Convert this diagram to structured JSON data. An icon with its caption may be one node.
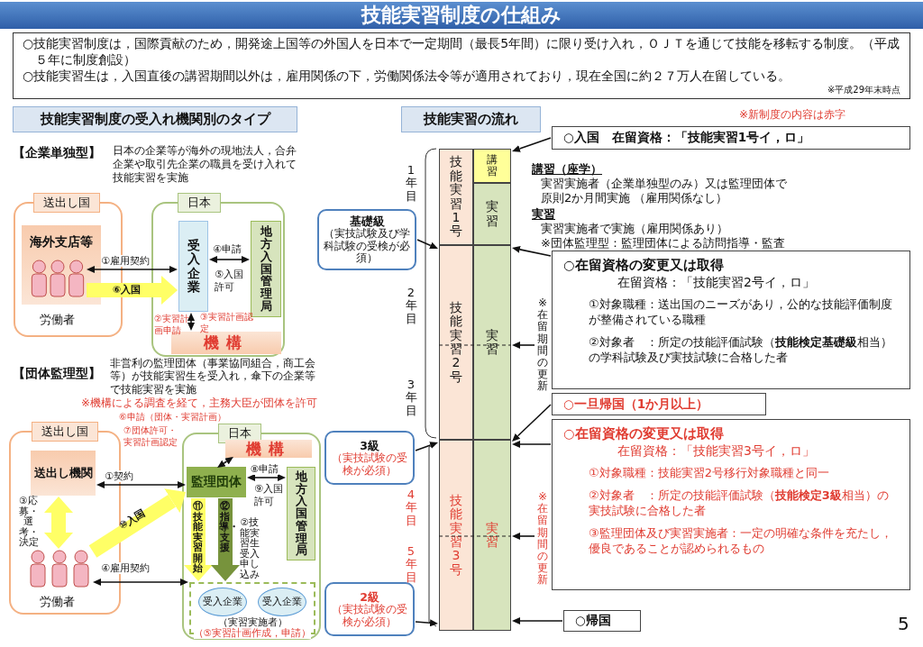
{
  "diagram": {
    "title": "技能実習制度の仕組み",
    "nodes": [
      {
        "text": [
          "○技能実習制度は，国際貢献のため，開発途上国等の外国人を日本で一定期間（最長5年間）に限り受け入れ，ＯＪＴを通じて技能を移転する制度。（平成５年に制度創設）",
          "○技能実習生は，入国直後の講習期間以外は，雇用関係の下，労働関係法令等が適用されており，現在全国に約２７万人在留している。",
          "※平成29年末時点"
        ]
      },
      {
        "text": [
          "技能実習制度の受入れ機関別のタイプ"
        ]
      },
      {
        "text": [
          "技能実習の流れ"
        ]
      },
      {
        "text": [
          "送出し国"
        ]
      },
      {
        "text": [
          "海外支店等"
        ],
        "in": 3
      },
      {
        "text": [],
        "shape": "person",
        "in": 4,
        "beside": [
          "労働者"
        ]
      },
      {
        "text": [
          "日本"
        ]
      },
      {
        "text": [
          "受入企業"
        ],
        "in": 6
      },
      {
        "text": [
          "地方入国管理局"
        ],
        "in": 6
      },
      {
        "text": [
          "機構"
        ],
        "in": 6
      },
      {
        "text": [
          "送出し国"
        ]
      },
      {
        "text": [
          "送出し機関"
        ],
        "in": 10
      },
      {
        "text": [],
        "shape": "person",
        "in": 10,
        "beside": [
          "労働者"
        ]
      },
      {
        "text": [
          "日本"
        ]
      },
      {
        "text": [
          "機構"
        ],
        "in": 13
      },
      {
        "text": [
          "監理団体"
        ],
        "in": 13
      },
      {
        "text": [
          "地方入国管理局"
        ],
        "in": 13
      },
      {
        "text": [
          "（実習実施者）",
          "（⑤実習計画作成，申請）"
        ],
        "in": 13
      },
      {
        "text": [
          "受入企業"
        ],
        "in": 17
      },
      {
        "text": [
          "受入企業"
        ],
        "in": 17
      },
      {
        "text": [
          "技能実習1号"
        ]
      },
      {
        "text": [
          "講習"
        ]
      },
      {
        "text": [
          "実習"
        ]
      },
      {
        "text": [
          "技能実習2号"
        ]
      },
      {
        "text": [
          "実習"
        ]
      },
      {
        "text": [
          "技能実習3号"
        ]
      },
      {
        "text": [
          "実習"
        ]
      },
      {
        "text": [
          "基礎級",
          "（実技試験及び学科試験の受検が必須）"
        ]
      },
      {
        "text": [
          "3級",
          "（実技試験の受検が必須）"
        ]
      },
      {
        "text": [
          "2級",
          "（実技試験の受検が必須）"
        ]
      },
      {
        "text": [
          "○入国　在留資格：「技能実習1号イ，ロ」"
        ]
      },
      {
        "text": [
          "○在留資格の変更又は取得",
          "在留資格：「技能実習2号イ，ロ」",
          "①対象職種：送出国のニーズがあり，公的な技能評価制度が整備されている職種",
          "②対象者　：所定の技能評価試験（**技能検定基礎級**相当）の学科試験及び実技試験に合格した者"
        ]
      },
      {
        "text": [
          "○一旦帰国（1か月以上）"
        ]
      },
      {
        "text": [
          "○在留資格の変更又は取得",
          "在留資格：「技能実習3号イ，ロ」",
          "①対象職種：技能実習2号移行対象職種と同一",
          "②対象者　：所定の技能評価試験（**技能検定3級**相当）の実技試験に合格した者",
          "③監理団体及び実習実施者：一定の明確な条件を充たし，優良であることが認められるもの"
        ]
      },
      {
        "text": [
          "○帰国"
        ]
      },
      {
        "text": [
          "※在留期間の更新"
        ]
      },
      {
        "text": [
          "※在留期間の更新"
        ]
      }
    ],
    "edges": [
      {
        "from": 5,
        "to": 7,
        "arrow": "both",
        "label": "①雇用契約"
      },
      {
        "from": 5,
        "to": 7,
        "arrow": "to",
        "label": "⑥入国",
        "style": "thick",
        "color": "#ffff66"
      },
      {
        "from": 7,
        "to": 8,
        "arrow": "both",
        "label": "④申請"
      },
      {
        "from": 7,
        "to": 9,
        "arrow": "both"
      },
      {
        "from": 11,
        "to": 15,
        "arrow": "both",
        "label": "①契約"
      },
      {
        "from": 11,
        "to": 12,
        "arrow": "both",
        "label": "③応募・選考・決定",
        "style": "thick",
        "color": "#ffff66"
      },
      {
        "from": 12,
        "to": 15,
        "arrow": "to",
        "label": "⑩入国",
        "style": "thick",
        "color": "#ffff66"
      },
      {
        "from": 12,
        "to": 17,
        "arrow": "both",
        "label": "④雇用契約"
      },
      {
        "from": 15,
        "to": 14,
        "arrow": "both"
      },
      {
        "from": 15,
        "to": 16,
        "arrow": "both",
        "label": "⑧申請"
      },
      {
        "from": 15,
        "to": 17,
        "arrow": "to",
        "label": "⑪技能実習開始",
        "style": "thick",
        "color": "#ffff66"
      },
      {
        "from": 15,
        "to": 17,
        "arrow": "to",
        "label": "⑫指導・支援",
        "style": "thick",
        "color": "#77933c"
      },
      {
        "from": 30,
        "to": 21,
        "arrow": "to"
      },
      {
        "from": 27,
        "to": 23,
        "arrow": "to"
      },
      {
        "from": 31,
        "to": 24,
        "arrow": "to"
      },
      {
        "from": 35,
        "to": 24,
        "arrow": "to"
      },
      {
        "from": 32,
        "to": 26,
        "arrow": "to"
      },
      {
        "from": 28,
        "to": 25,
        "arrow": "to"
      },
      {
        "from": 33,
        "to": 26,
        "arrow": "to"
      },
      {
        "from": 36,
        "to": 26,
        "arrow": "to"
      },
      {
        "from": 29,
        "to": 25,
        "arrow": "to"
      },
      {
        "from": 34,
        "to": 26,
        "arrow": "to"
      }
    ],
    "labels": [
      "※新制度の内容は赤字",
      "【企業単独型】",
      "日本の企業等が海外の現地法人，合弁企業や取引先企業の職員を受け入れて技能実習を実施",
      "⑤入国許可",
      "②実習計画申請",
      "③実習計画認定",
      "【団体監理型】",
      "非営利の監理団体（事業協同組合，商工会等）が技能実習生を受入れ，傘下の企業等で技能実習を実施",
      "※機構による調査を経て，主務大臣が団体を許可",
      "⑥申請（団体・実習計画）",
      "⑦団体許可・実習計画認定",
      "⑨入国許可",
      "②技能実習生受入申し込み",
      "1年目",
      "講習（座学）",
      "実習実施者（企業単独型のみ）又は監理団体で原則2か月間実施 （雇用関係なし）",
      "実習",
      "実習実施者で実施（雇用関係あり）",
      "※団体監理型：監理団体による訪問指導・監査",
      "2年目",
      "3年目",
      "4年目",
      "5年目",
      "5"
    ]
  }
}
